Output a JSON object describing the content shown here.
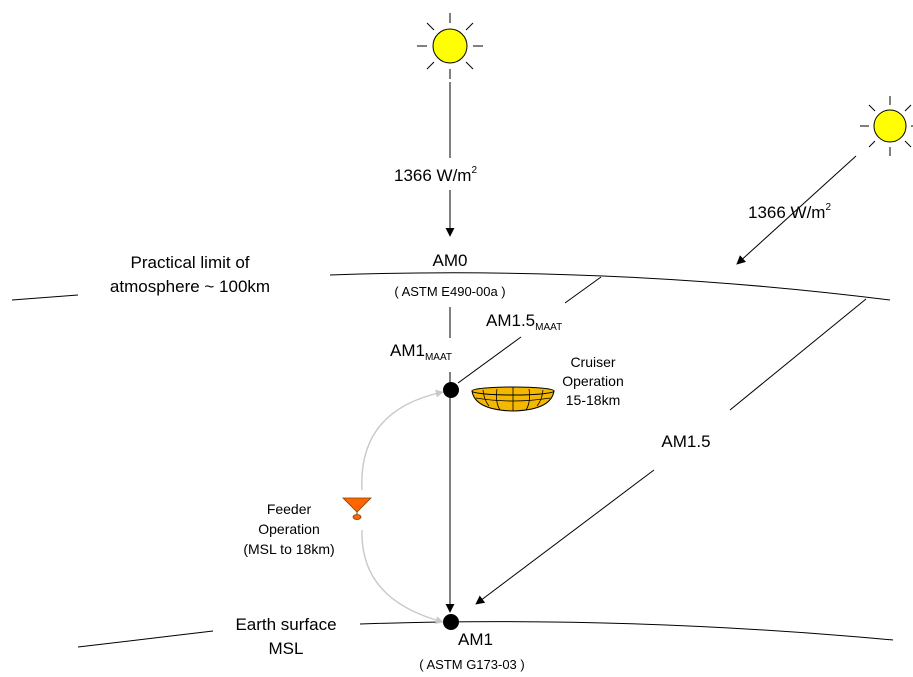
{
  "labels": {
    "flux_vertical_value": "1366 W/m",
    "flux_vertical_exp": "2",
    "flux_slant_value": "1366 W/m",
    "flux_slant_exp": "2",
    "am0": "AM0",
    "astm_am0": "( ASTM E490-00a )",
    "limit_line1": "Practical limit of",
    "limit_line2": "atmosphere ~ 100km",
    "am15_maat": "AM1.5",
    "am15_maat_sub": "MAAT",
    "am1_maat": "AM1",
    "am1_maat_sub": "MAAT",
    "cruiser_line1": "Cruiser",
    "cruiser_line2": "Operation",
    "cruiser_line3": "15-18km",
    "am15": "AM1.5",
    "feeder_line1": "Feeder",
    "feeder_line2": "Operation",
    "feeder_line3": "(MSL to 18km)",
    "earth_line1": "Earth surface",
    "earth_line2": "MSL",
    "am1": "AM1",
    "astm_am1": "( ASTM G173-03 )"
  },
  "icons": {
    "sun": "sun-icon",
    "cruiser": "cruiser-airship-icon",
    "feeder": "feeder-craft-icon"
  },
  "colors": {
    "sun_fill": "#FFFF00",
    "cruiser_fill": "#F5B800",
    "feeder_fill": "#FF6600",
    "feeder_path": "#C8C8C8",
    "line": "#000000"
  }
}
